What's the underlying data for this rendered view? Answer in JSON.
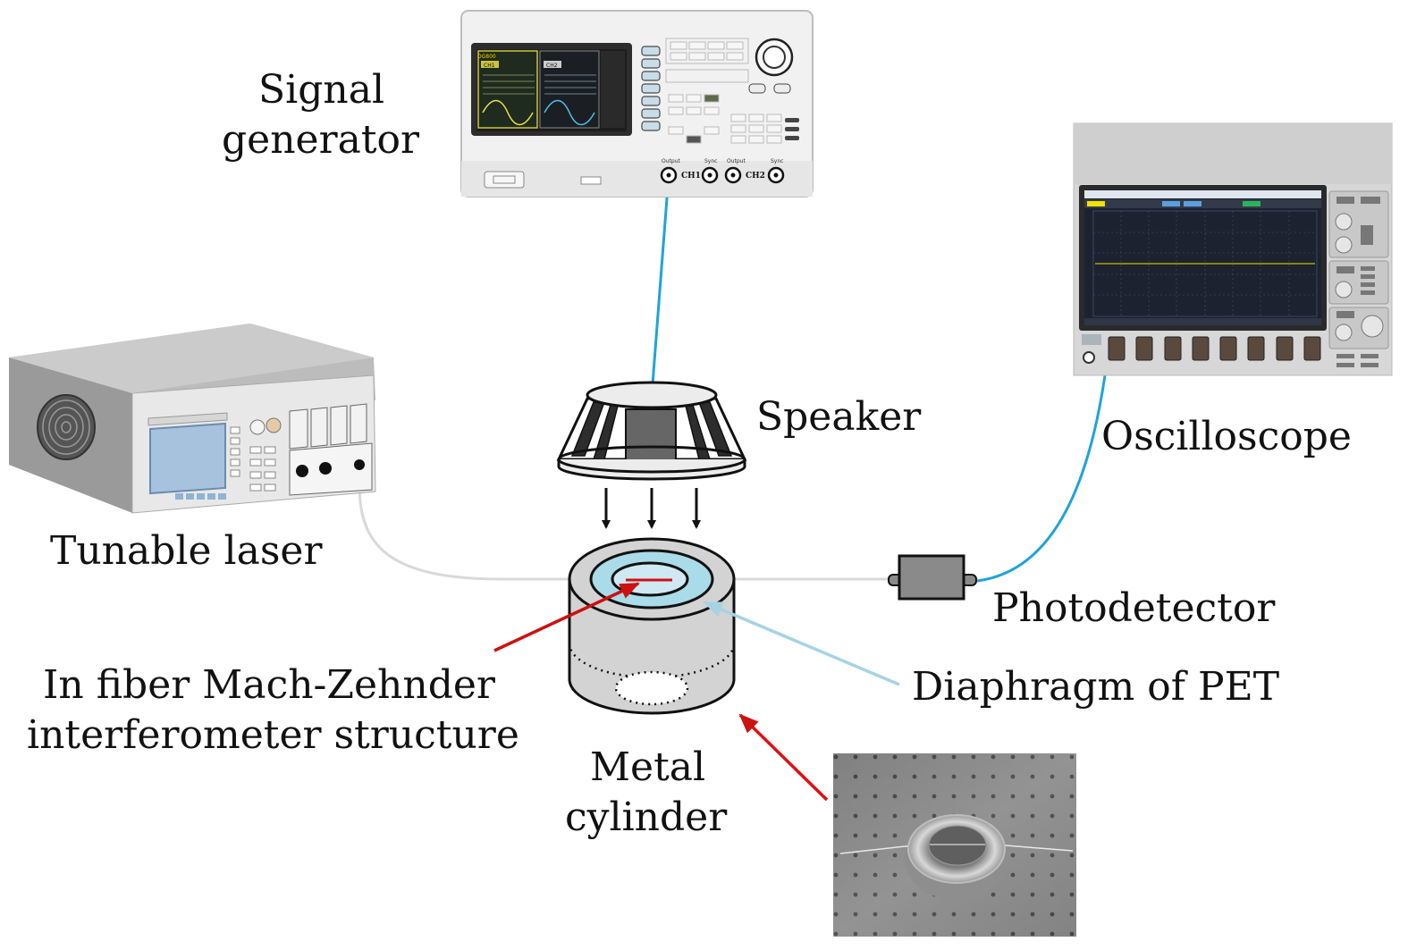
{
  "labels": {
    "signal_generator_line1": "Signal",
    "signal_generator_line2": "generator",
    "speaker": "Speaker",
    "oscilloscope": "Oscilloscope",
    "tunable_laser": "Tunable laser",
    "photodetector": "Photodetector",
    "mzi_line1": "In fiber Mach-Zehnder",
    "mzi_line2": "interferometer structure",
    "diaphragm": "Diaphragm of PET",
    "metal_cylinder_line1": "Metal",
    "metal_cylinder_line2": "cylinder"
  },
  "device_text": {
    "sg_brand": "DG800",
    "sg_ch1": "CH1",
    "sg_ch2": "CH2",
    "sg_ch1_tab": "CH1",
    "sg_ch2_tab": "CH2",
    "sg_ch1_output": "CH1",
    "sg_ch2_output": "CH2",
    "sg_output1": "Output",
    "sg_sync1": "Sync",
    "sg_output2": "Output",
    "sg_sync2": "Sync"
  },
  "colors": {
    "signal_cable": "#1fa3d8",
    "optical_fiber": "#d9d9d9",
    "red_arrow": "#cc1111",
    "diaphragm_pointer": "#9fcfe0",
    "diaphragm_fill": "#a9dbe8",
    "cylinder_fill": "#d3d3d3"
  }
}
